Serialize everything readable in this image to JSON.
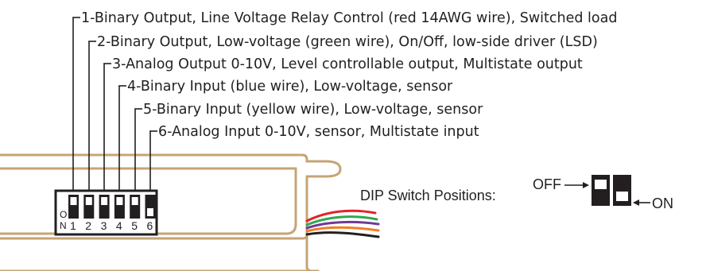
{
  "callouts": [
    {
      "text": "1-Binary Output, Line Voltage Relay Control (red 14AWG wire), Switched load"
    },
    {
      "text": "2-Binary Output, Low-voltage (green wire), On/Off, low-side driver (LSD)"
    },
    {
      "text": "3-Analog Output 0-10V, Level controllable output, Multistate output"
    },
    {
      "text": "4-Binary Input (blue wire), Low-voltage, sensor"
    },
    {
      "text": "5-Binary Input (yellow wire), Low-voltage, sensor"
    },
    {
      "text": "6-Analog Input 0-10V, sensor, Multistate input"
    }
  ],
  "dip_switch": {
    "on_label_top": "O",
    "on_label_bottom": "N",
    "numbers": [
      "1",
      "2",
      "3",
      "4",
      "5",
      "6"
    ],
    "positions": [
      "off",
      "off",
      "off",
      "off",
      "off",
      "on"
    ]
  },
  "legend": {
    "title": "DIP Switch Positions:",
    "off_label": "OFF",
    "on_label": "ON"
  },
  "colors": {
    "housing_stroke": "#c6a475",
    "ink": "#231f20",
    "wire_colors": [
      "#e4222a",
      "#2fa84f",
      "#6e3a96",
      "#f07e26",
      "#231f20"
    ]
  }
}
